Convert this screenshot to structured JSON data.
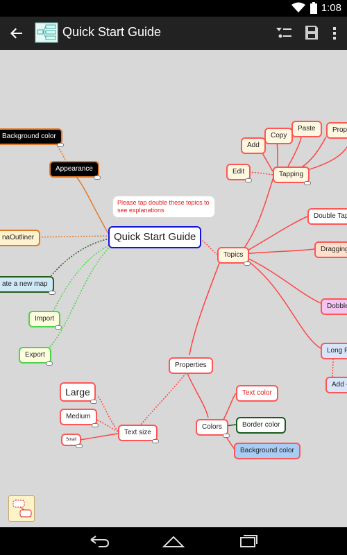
{
  "status": {
    "time": "1:08"
  },
  "toolbar": {
    "title": "Quick Start Guide"
  },
  "hint": "Please tap double these topics to\n see explanations",
  "nodes": {
    "background_color_top": "Background color",
    "appearance": "Appearance",
    "outliner": "naOutliner",
    "create_new_map": "ate a new map",
    "import": "Import",
    "export": "Export",
    "root": "Quick Start Guide",
    "topics": "Topics",
    "tapping": "Tapping",
    "add": "Add",
    "copy": "Copy",
    "paste": "Paste",
    "prope": "Prope",
    "edit": "Edit",
    "double_tapp": "Double Tapp",
    "dragging": "Dragging",
    "dobble": "Dobble T",
    "long_pr": "Long Pr",
    "add_arrow": "Add ->",
    "properties": "Properties",
    "large": "Large",
    "medium": "Medium",
    "small": "Small",
    "text_size": "Text size",
    "colors": "Colors",
    "text_color": "Text color",
    "border_color": "Border color",
    "background_color": "Background color"
  }
}
